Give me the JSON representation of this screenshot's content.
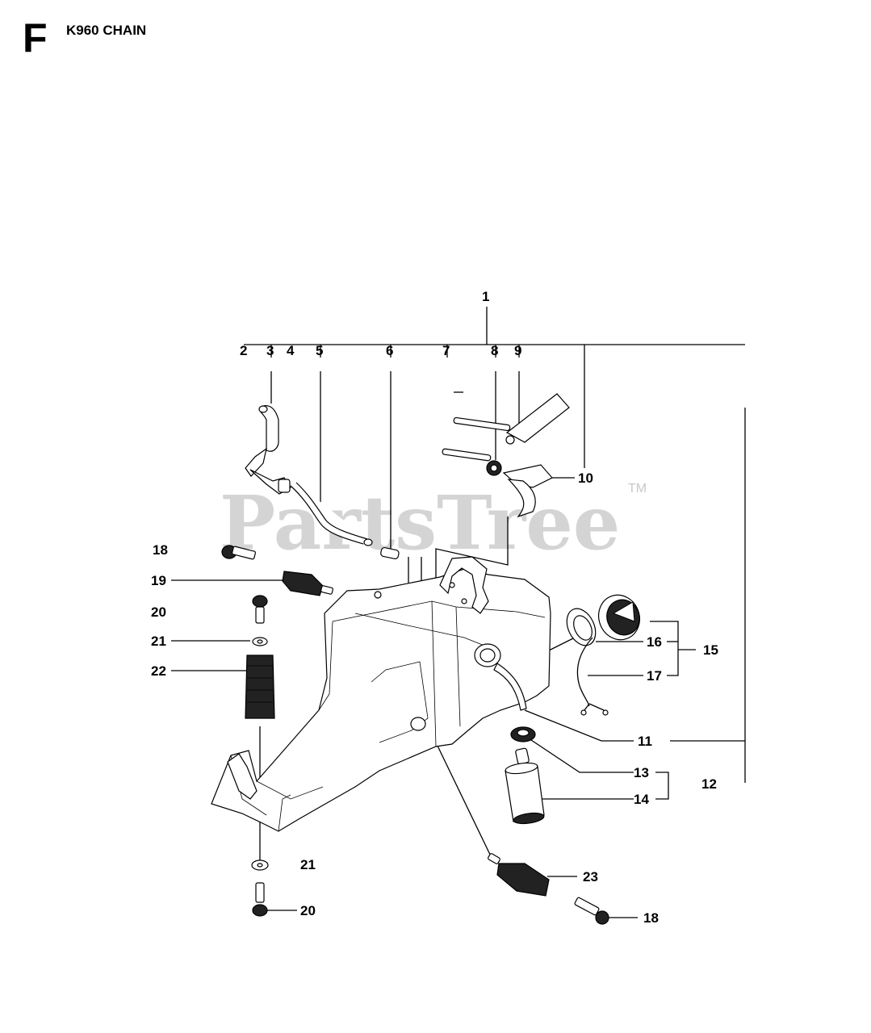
{
  "header": {
    "section_letter": "F",
    "title": "K960 CHAIN"
  },
  "watermark": {
    "text": "PartsTree",
    "trademark": "TM"
  },
  "callouts": {
    "c1": "1",
    "c2": "2",
    "c3": "3",
    "c4": "4",
    "c5": "5",
    "c6": "6",
    "c7": "7",
    "c8": "8",
    "c9": "9",
    "c10": "10",
    "c11": "11",
    "c12": "12",
    "c13": "13",
    "c14": "14",
    "c15": "15",
    "c16": "16",
    "c17": "17",
    "c18a": "18",
    "c18b": "18",
    "c19": "19",
    "c20a": "20",
    "c20b": "20",
    "c21a": "21",
    "c21b": "21",
    "c22": "22",
    "c23": "23"
  },
  "colors": {
    "line": "#000000",
    "watermark": "#d4d4d4",
    "background": "#ffffff"
  }
}
